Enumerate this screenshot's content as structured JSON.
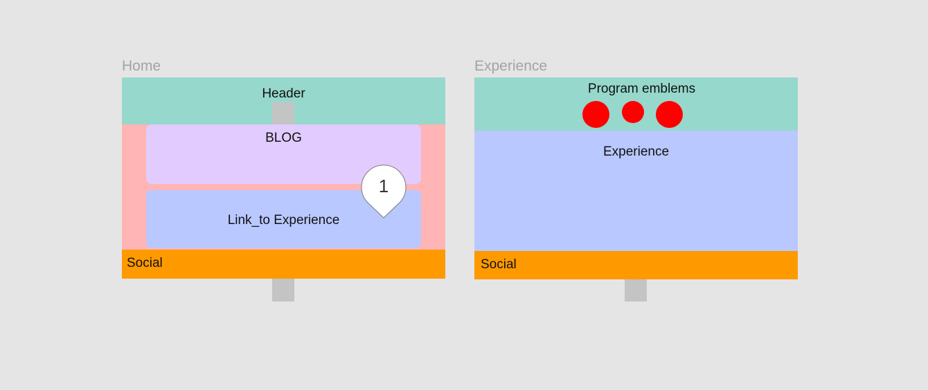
{
  "home": {
    "title": "Home",
    "header_label": "Header",
    "blog_label": "BLOG",
    "link_label": "Link_to Experience",
    "social_label": "Social"
  },
  "experience": {
    "title": "Experience",
    "header_label": "Program emblems",
    "body_label": "Experience",
    "social_label": "Social",
    "emblem_count": 3
  },
  "hotspot": {
    "number": "1"
  },
  "colors": {
    "canvas": "#e5e5e5",
    "header": "#96d8cc",
    "body_pink": "#ffb5b5",
    "blog": "#e2cbff",
    "link": "#b9c8ff",
    "social": "#ff9900",
    "emblem": "#ff0000",
    "connector": "#c4c4c4"
  }
}
